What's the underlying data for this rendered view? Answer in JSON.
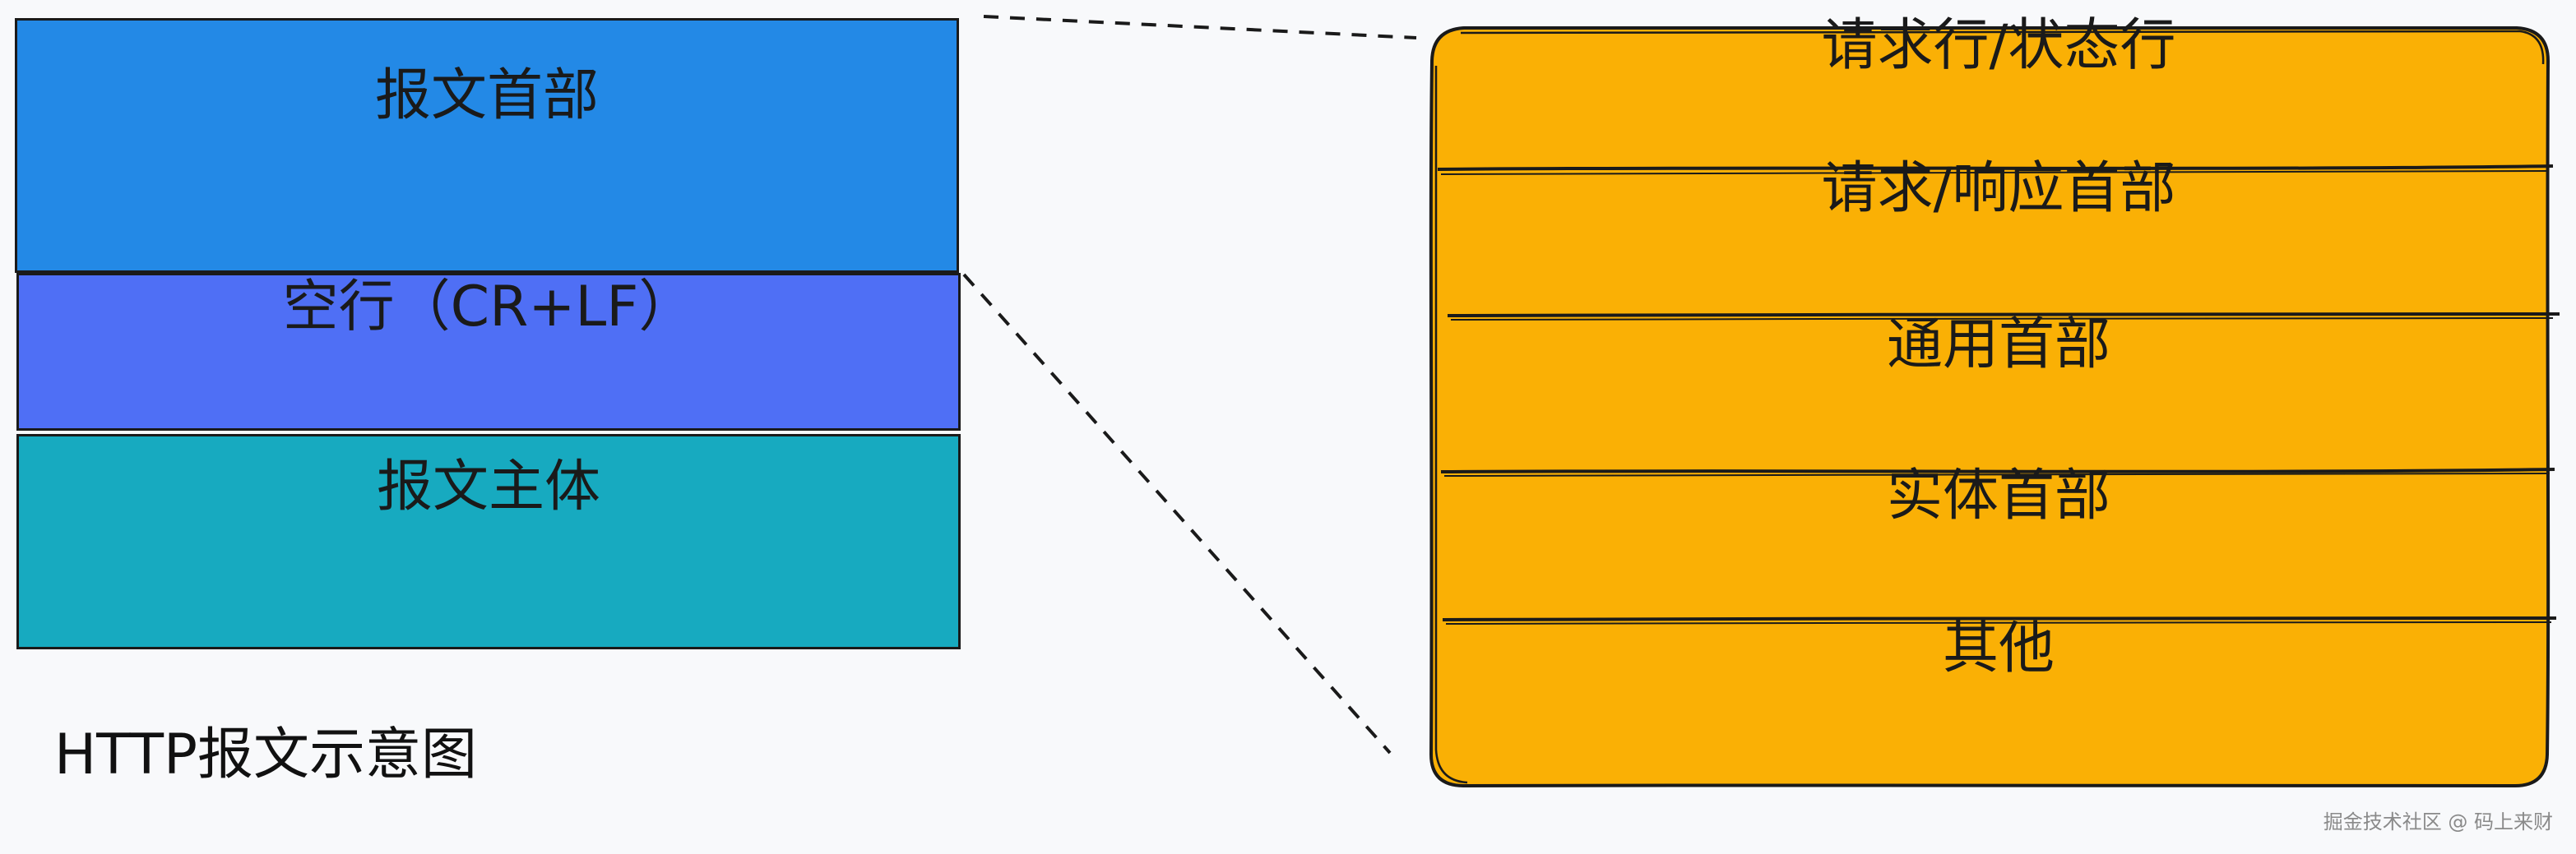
{
  "left_stack": {
    "blocks": [
      {
        "label": "报文首部",
        "color": "#2389e6"
      },
      {
        "label": "空行（CR+LF）",
        "color": "#4f6ff5"
      },
      {
        "label": "报文主体",
        "color": "#17aac0"
      }
    ]
  },
  "caption": "HTTP报文示意图",
  "header_detail": {
    "color": "#fab005",
    "rows": [
      {
        "label": "请求行/状态行"
      },
      {
        "label": "请求/响应首部"
      },
      {
        "label": "通用首部"
      },
      {
        "label": "实体首部"
      },
      {
        "label": "其他"
      }
    ]
  },
  "watermark": "掘金技术社区 @ 码上来财"
}
